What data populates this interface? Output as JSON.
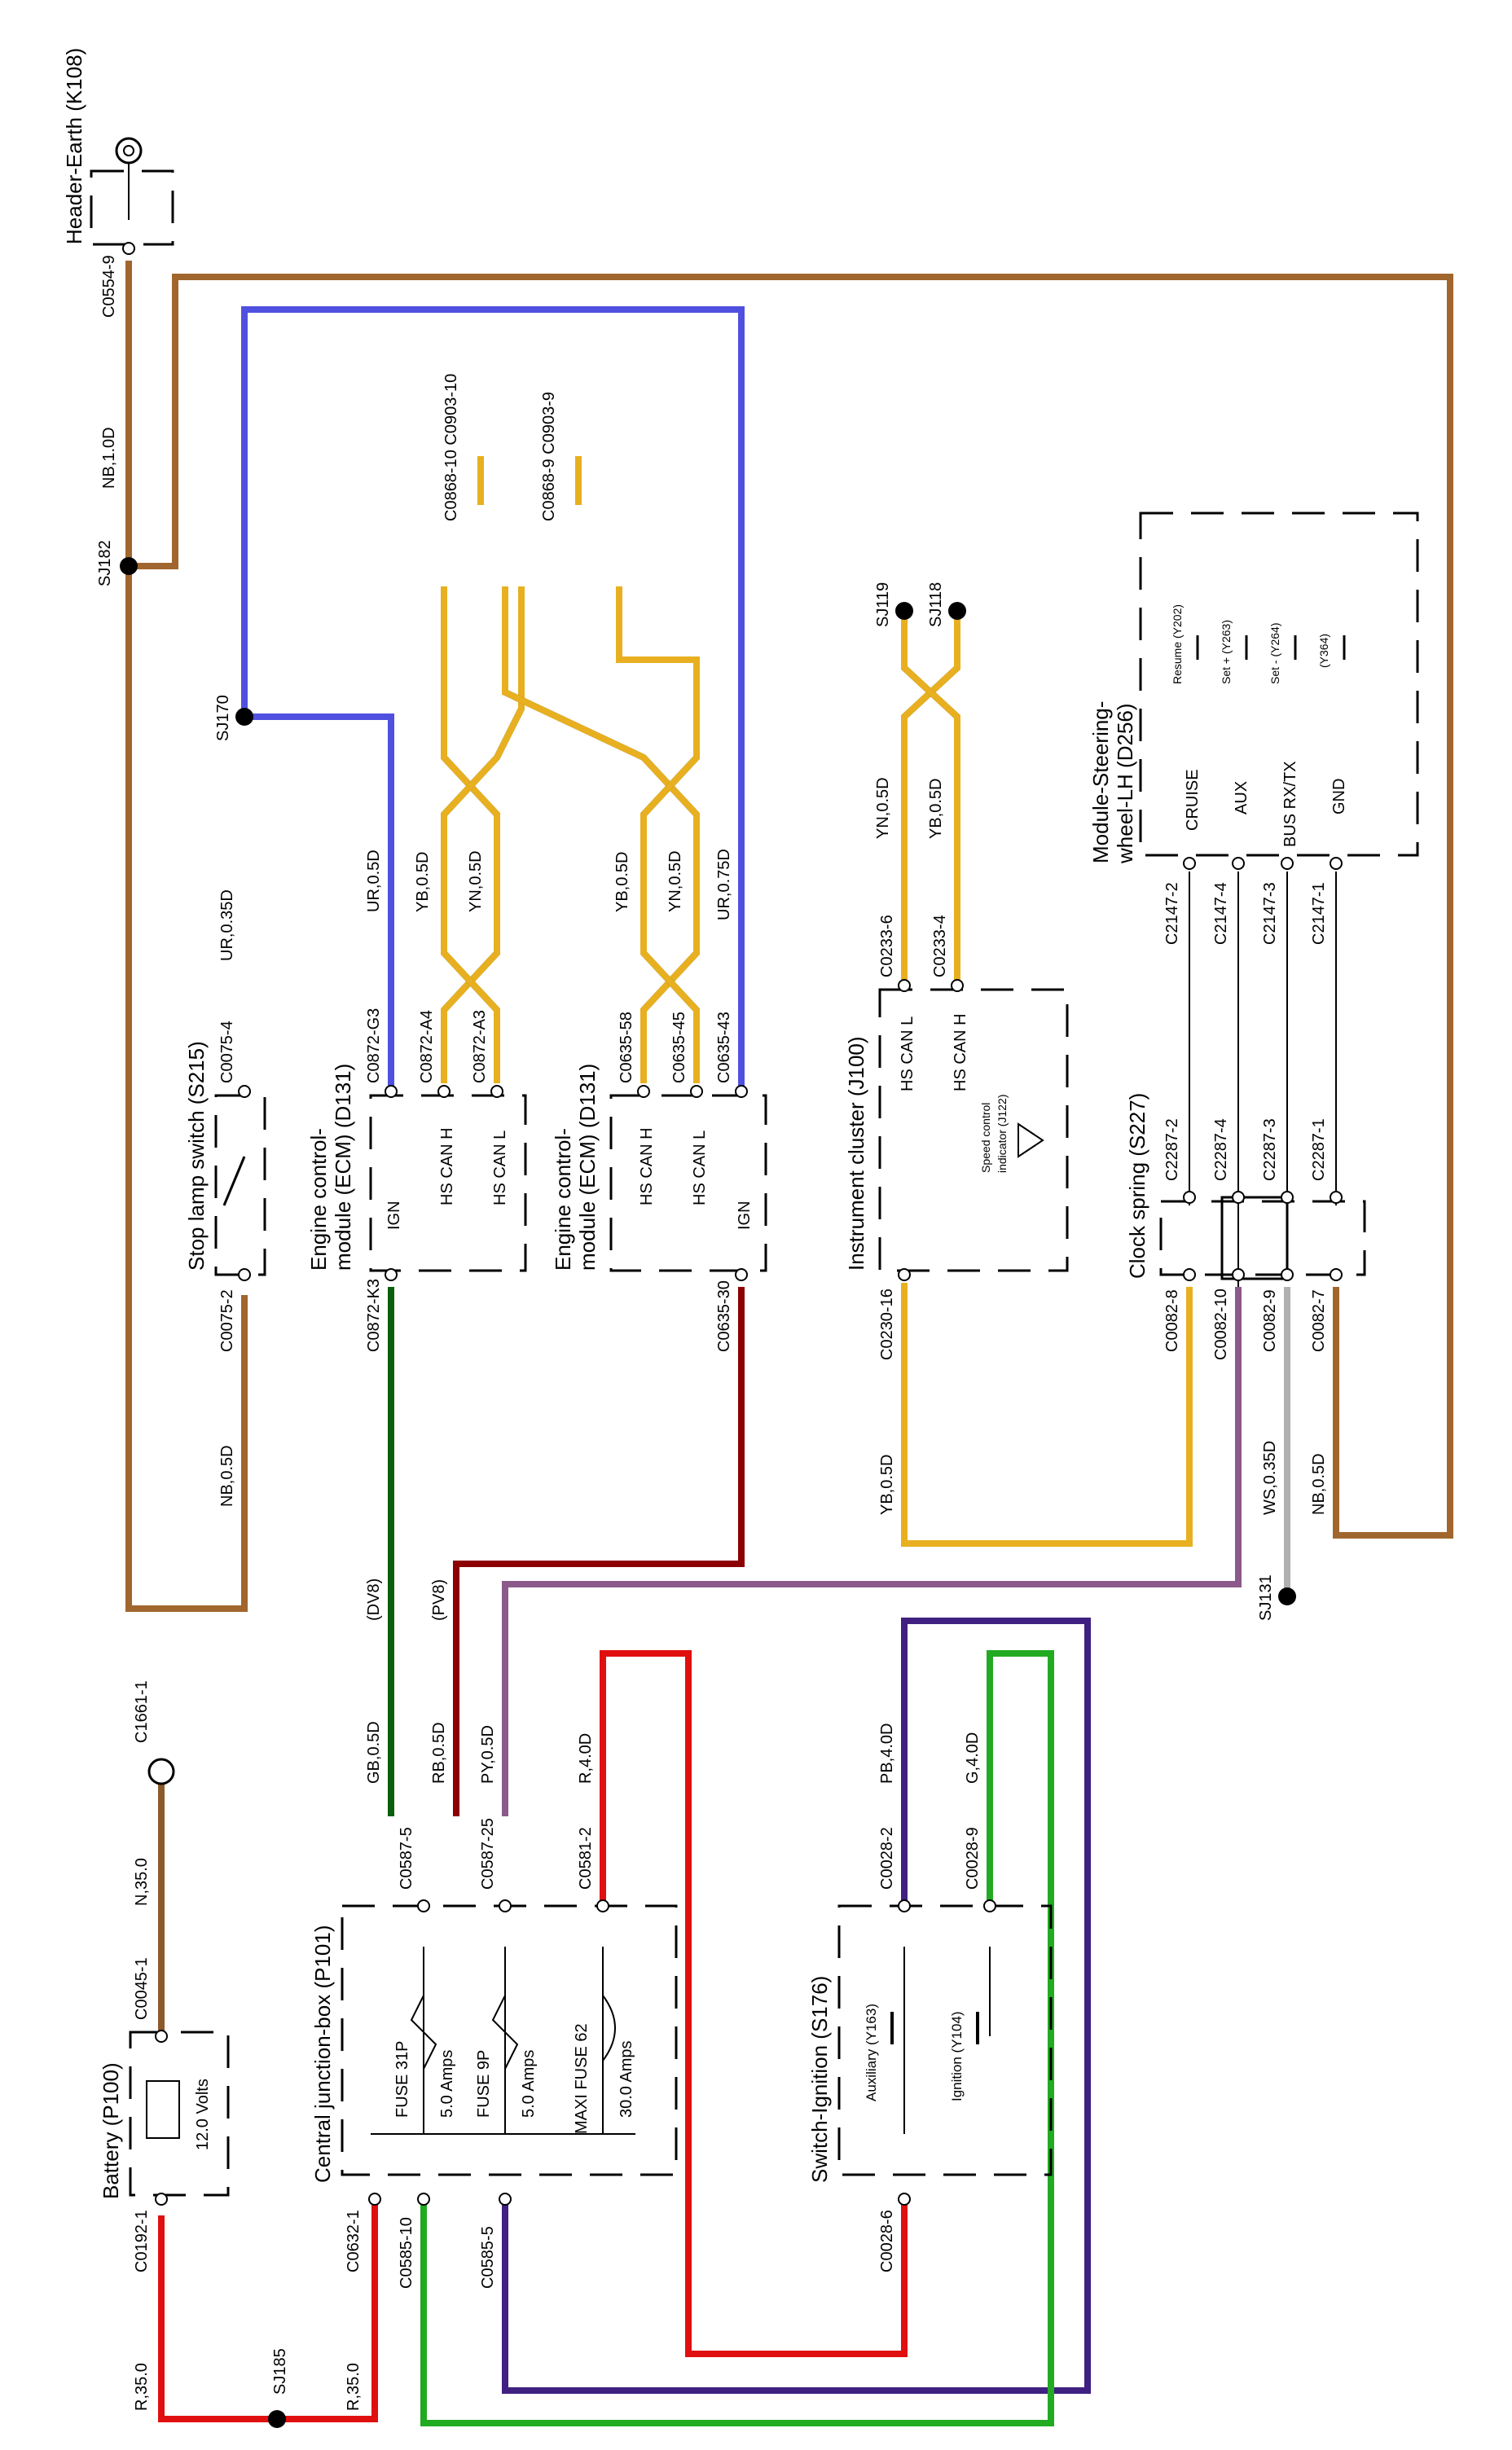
{
  "components": {
    "header_earth": "Header-Earth (K108)",
    "battery": "Battery (P100)",
    "battery_voltage": "12.0 Volts",
    "central_junction_box": "Central junction-box (P101)",
    "switch_ignition": "Switch-Ignition (S176)",
    "stop_lamp_switch": "Stop lamp switch (S215)",
    "ecm_a_line1": "Engine control-",
    "ecm_a_line2": "module (ECM) (D131)",
    "ecm_b_line1": "Engine control-",
    "ecm_b_line2": "module (ECM) (D131)",
    "instrument_cluster": "Instrument cluster (J100)",
    "clock_spring": "Clock spring (S227)",
    "steering_line1": "Module-Steering-",
    "steering_line2": "wheel-LH (D256)"
  },
  "fuses": {
    "fuse_a_name": "FUSE 31P",
    "fuse_a_rating": "5.0 Amps",
    "fuse_b_name": "FUSE 9P",
    "fuse_b_rating": "5.0 Amps",
    "maxi_name": "MAXI FUSE 62",
    "maxi_rating": "30.0 Amps"
  },
  "switch_contacts": {
    "auxiliary": "Auxiliary (Y163)",
    "ignition": "Ignition (Y104)",
    "resume": "Resume (Y202)",
    "set_plus": "Set + (Y263)",
    "set_minus": "Set - (Y264)",
    "y364": "(Y364)",
    "speed_control_line1": "Speed control",
    "speed_control_line2": "indicator (J122)"
  },
  "pin_functions": {
    "hs_can_h": "HS CAN H",
    "hs_can_l": "HS CAN L",
    "ign": "IGN",
    "cruise": "CRUISE",
    "aux": "AUX",
    "bus_rx_tx": "BUS RX/TX",
    "gnd": "GND"
  },
  "connectors": {
    "c0554_9": "C0554-9",
    "c1661_1": "C1661-1",
    "c0045_1": "C0045-1",
    "c0192_1": "C0192-1",
    "c0632_1": "C0632-1",
    "c0585_10": "C0585-10",
    "c0585_5": "C0585-5",
    "c0587_5": "C0587-5",
    "c0587_25": "C0587-25",
    "c0581_2": "C0581-2",
    "c0028_2": "C0028-2",
    "c0028_9": "C0028-9",
    "c0028_6": "C0028-6",
    "c0075_2": "C0075-2",
    "c0075_4": "C0075-4",
    "c0872_k3": "C0872-K3",
    "c0872_g3": "C0872-G3",
    "c0872_a4": "C0872-A4",
    "c0872_a3": "C0872-A3",
    "c0635_58": "C0635-58",
    "c0635_45": "C0635-45",
    "c0635_43": "C0635-43",
    "c0635_30": "C0635-30",
    "c0233_6": "C0233-6",
    "c0233_4": "C0233-4",
    "c0230_16": "C0230-16",
    "c0082_8": "C0082-8",
    "c0082_10": "C0082-10",
    "c0082_9": "C0082-9",
    "c0082_7": "C0082-7",
    "c2287_2": "C2287-2",
    "c2287_4": "C2287-4",
    "c2287_3": "C2287-3",
    "c2287_1": "C2287-1",
    "c2147_2": "C2147-2",
    "c2147_4": "C2147-4",
    "c2147_3": "C2147-3",
    "c2147_1": "C2147-1",
    "c0868_10": "C0868-10 C0903-10",
    "c0868_9": "C0868-9 C0903-9"
  },
  "splices": {
    "sj182": "SJ182",
    "sj170": "SJ170",
    "sj185": "SJ185",
    "sj119": "SJ119",
    "sj118": "SJ118",
    "sj131": "SJ131"
  },
  "wires": {
    "nb_1_0d": "NB,1.0D",
    "n_35_0": "N,35.0",
    "r_35_0_left": "R,35.0",
    "r_35_0_right": "R,35.0",
    "nb_0_5d_stop": "NB,0.5D",
    "ur_0_35d": "UR,0.35D",
    "ur_0_5d": "UR,0.5D",
    "yb_0_5d_a": "YB,0.5D",
    "yn_0_5d_a": "YN,0.5D",
    "yb_0_5d_b": "YB,0.5D",
    "yn_0_5d_b": "YN,0.5D",
    "ur_0_75d": "UR,0.75D",
    "yn_0_5d_ic": "YN,0.5D",
    "yb_0_5d_ic": "YB,0.5D",
    "yb_0_5d_bottom": "YB,0.5D",
    "ws_0_35d": "WS,0.35D",
    "nb_0_5d_bottom": "NB,0.5D",
    "dv8": "(DV8)",
    "pv8": "(PV8)",
    "gb_0_5d": "GB,0.5D",
    "rb_0_5d": "RB,0.5D",
    "py_0_5d": "PY,0.5D",
    "r_4_0d": "R,4.0D",
    "pb_4_0d": "PB,4.0D",
    "g_4_0d": "G,4.0D"
  },
  "colors": {
    "brown": "#3b2a1a",
    "brown_inner": "#a0662e",
    "red": "#e01010",
    "purple": "#c0307a",
    "purple_inner": "#5050e0",
    "yellow": "#e8b020",
    "green_dark": "#0b5f0b",
    "green": "#22aa22",
    "violet": "#402080",
    "dark_red": "#8b0000",
    "pink": "#d8a0d8",
    "grey": "#b0b0b0"
  }
}
